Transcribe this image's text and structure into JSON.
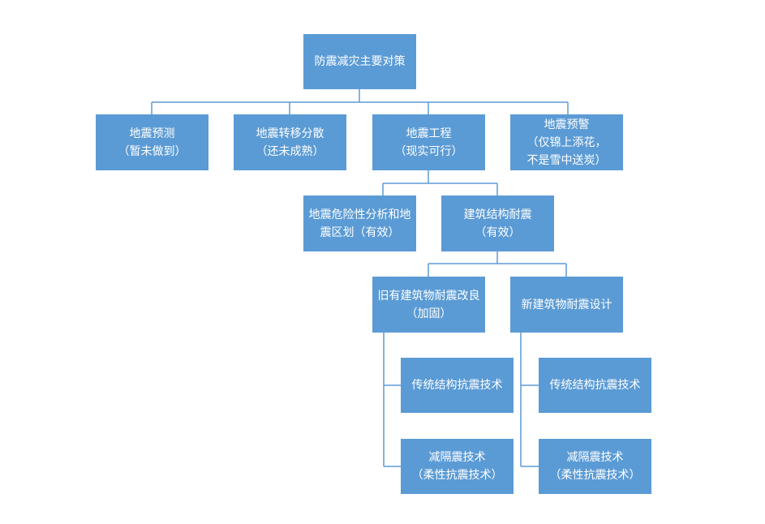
{
  "colors": {
    "box_fill": "#5b9bd5",
    "box_text": "#ffffff",
    "connector": "#5b9bd5"
  },
  "nodes": {
    "root": {
      "lines": [
        "防震减灾主要对策"
      ]
    },
    "forecast": {
      "lines": [
        "地震预测",
        "（暂未做到）"
      ]
    },
    "relocation": {
      "lines": [
        "地震转移分散",
        "（还未成熟）"
      ]
    },
    "engineering": {
      "lines": [
        "地震工程",
        "（现实可行）"
      ]
    },
    "warning": {
      "lines": [
        "地震预警",
        "（仅锦上添花，",
        "不是雪中送炭）"
      ]
    },
    "hazard_analysis": {
      "lines": [
        "地震危险性分析和地",
        "震区划（有效）"
      ]
    },
    "structural": {
      "lines": [
        "建筑结构耐震",
        "（有效）"
      ]
    },
    "retrofit": {
      "lines": [
        "旧有建筑物耐震改良",
        "（加固）"
      ]
    },
    "new_design": {
      "lines": [
        "新建筑物耐震设计"
      ]
    },
    "retrofit_traditional": {
      "lines": [
        "传统结构抗震技术"
      ]
    },
    "retrofit_isolation": {
      "lines": [
        "减隔震技术",
        "（柔性抗震技术）"
      ]
    },
    "new_traditional": {
      "lines": [
        "传统结构抗震技术"
      ]
    },
    "new_isolation": {
      "lines": [
        "减隔震技术",
        "（柔性抗震技术）"
      ]
    }
  }
}
